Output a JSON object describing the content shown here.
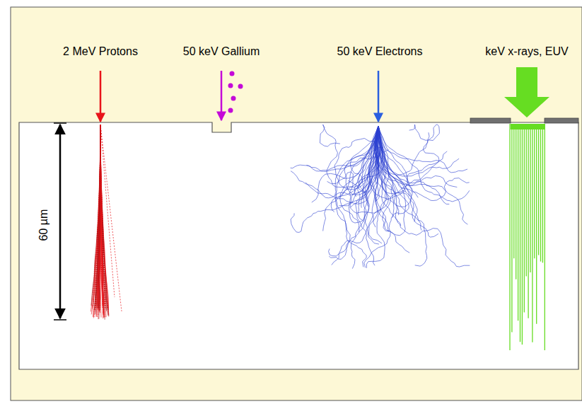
{
  "diagram": {
    "labels": [
      "2 MeV Protons",
      "50 keV Gallium",
      "50 keV Electrons",
      "keV x-rays, EUV",
      "60 µm"
    ]
  }
}
